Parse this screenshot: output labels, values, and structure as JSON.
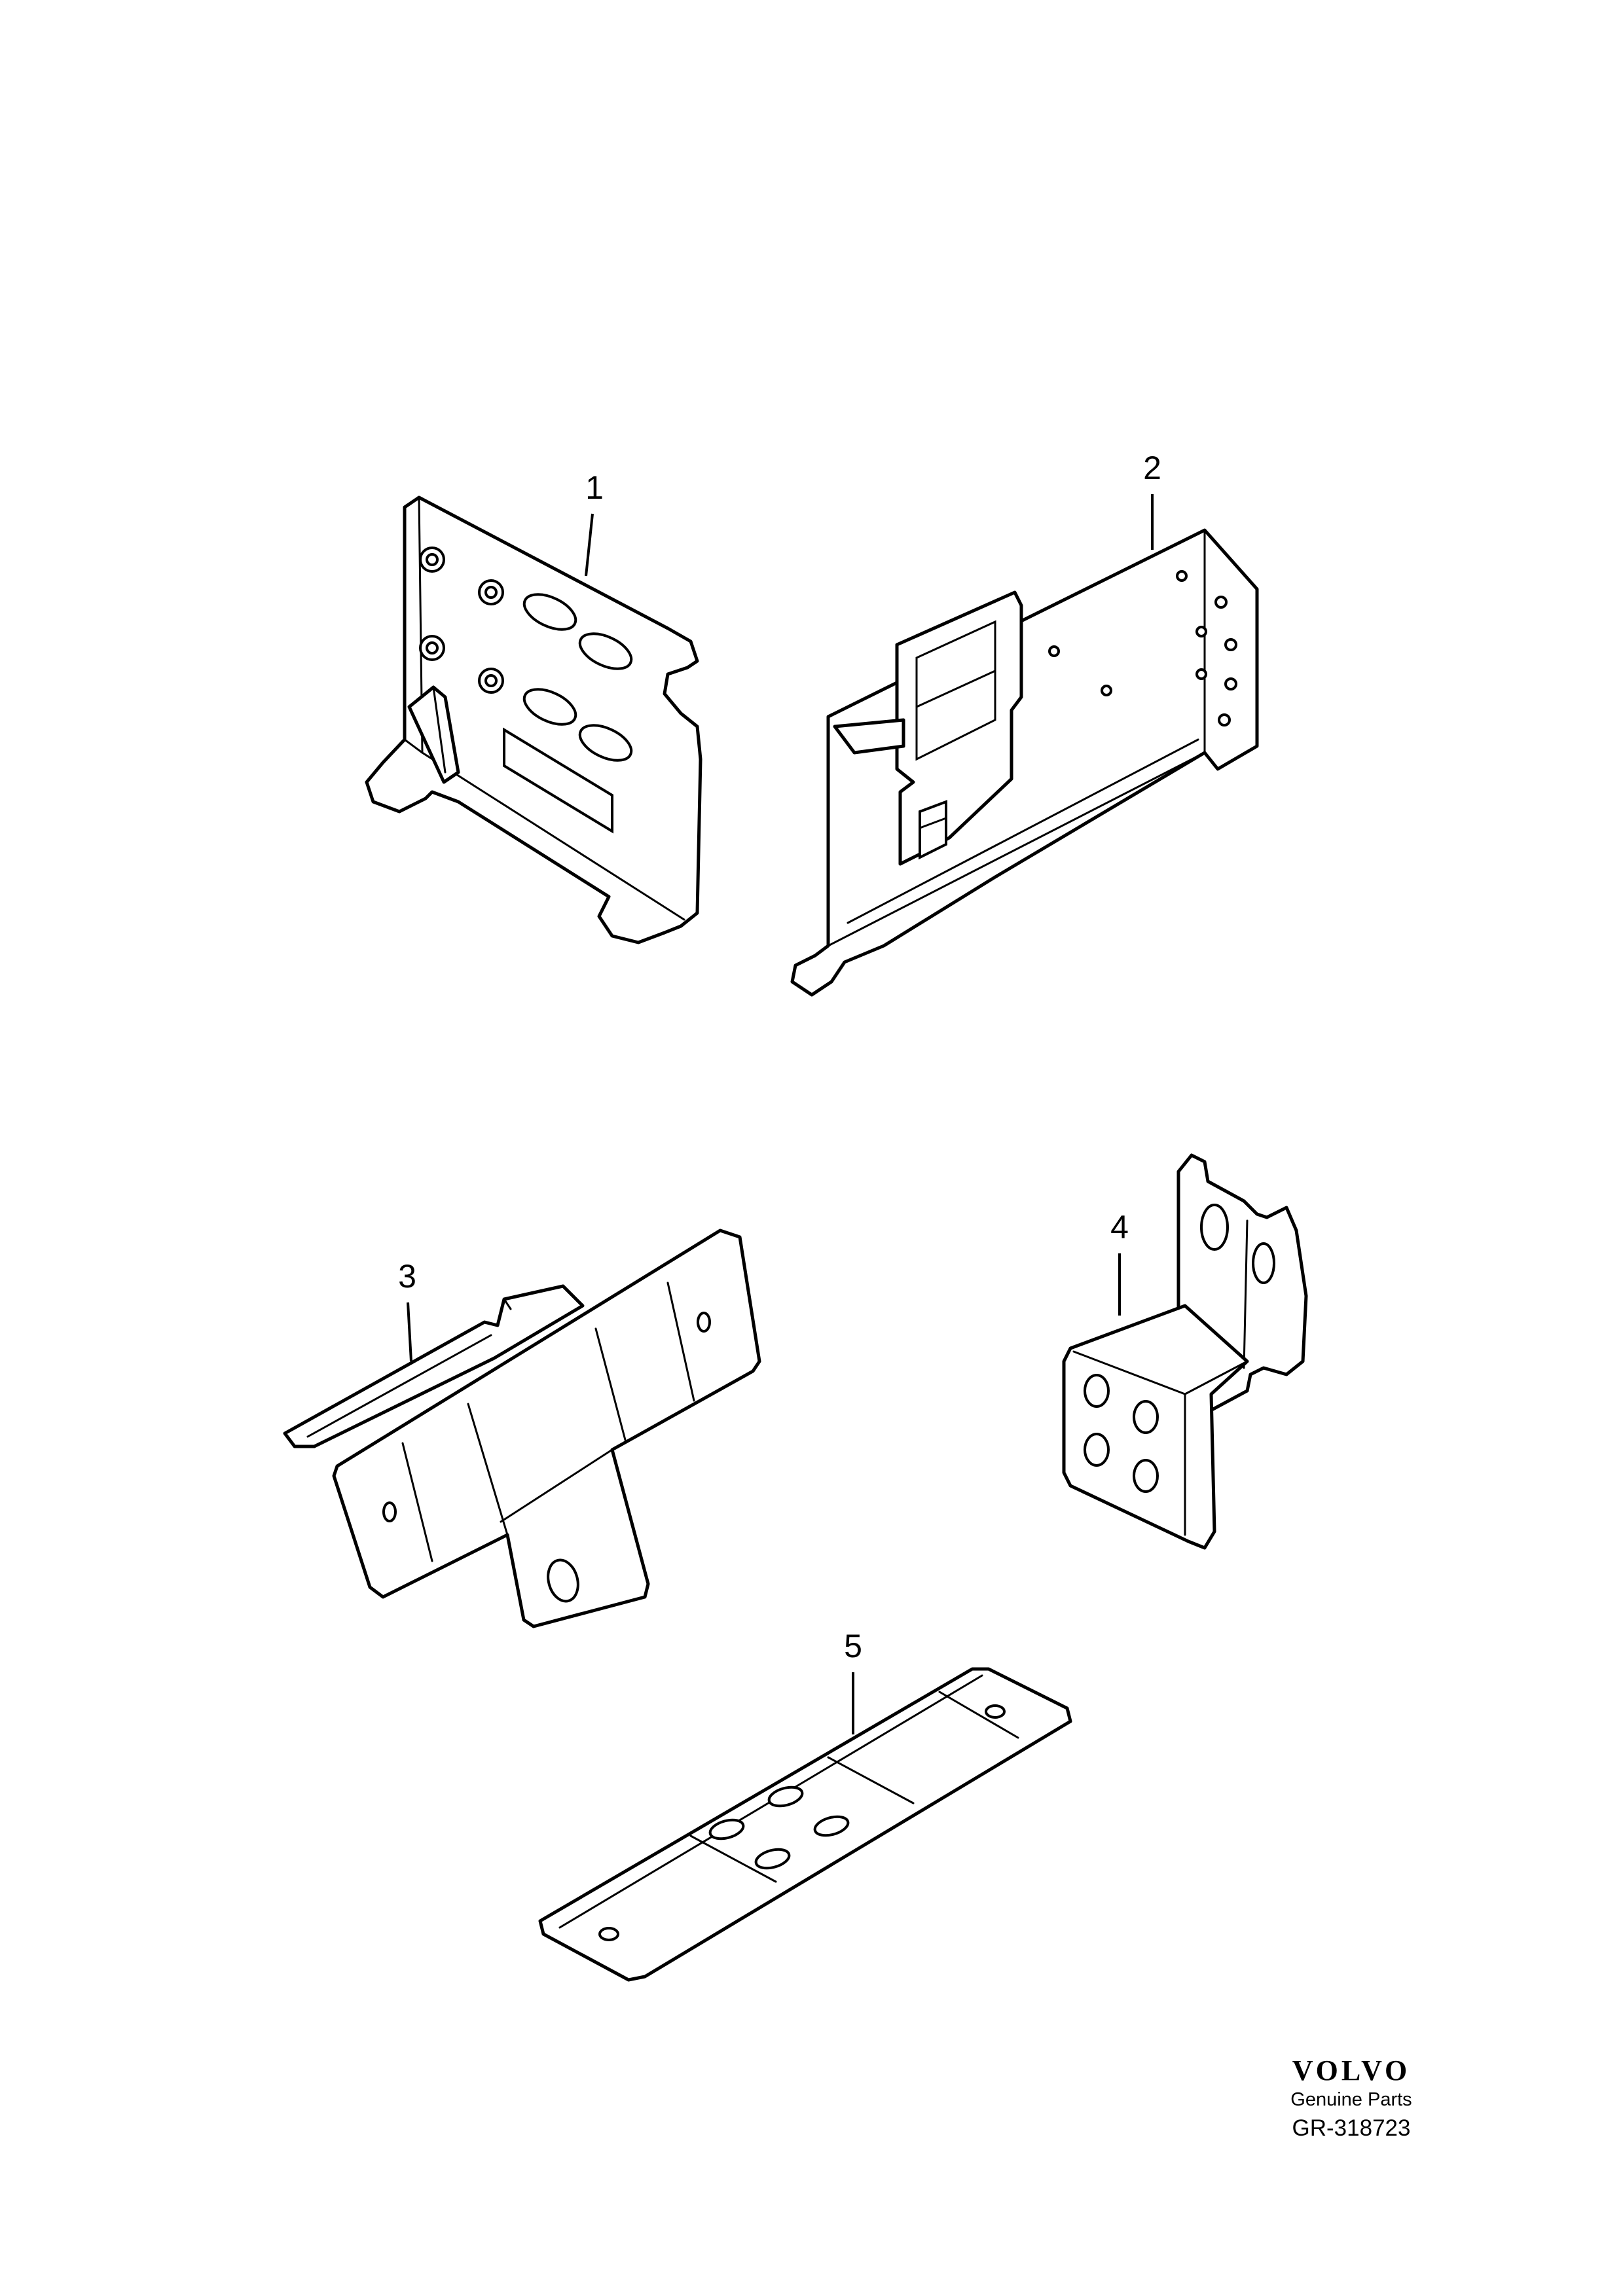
{
  "callouts": [
    {
      "id": "1",
      "label": "1"
    },
    {
      "id": "2",
      "label": "2"
    },
    {
      "id": "3",
      "label": "3"
    },
    {
      "id": "4",
      "label": "4"
    },
    {
      "id": "5",
      "label": "5"
    }
  ],
  "brand": {
    "logo_text": "VOLVO",
    "subtitle": "Genuine Parts",
    "reference": "GR-318723"
  }
}
